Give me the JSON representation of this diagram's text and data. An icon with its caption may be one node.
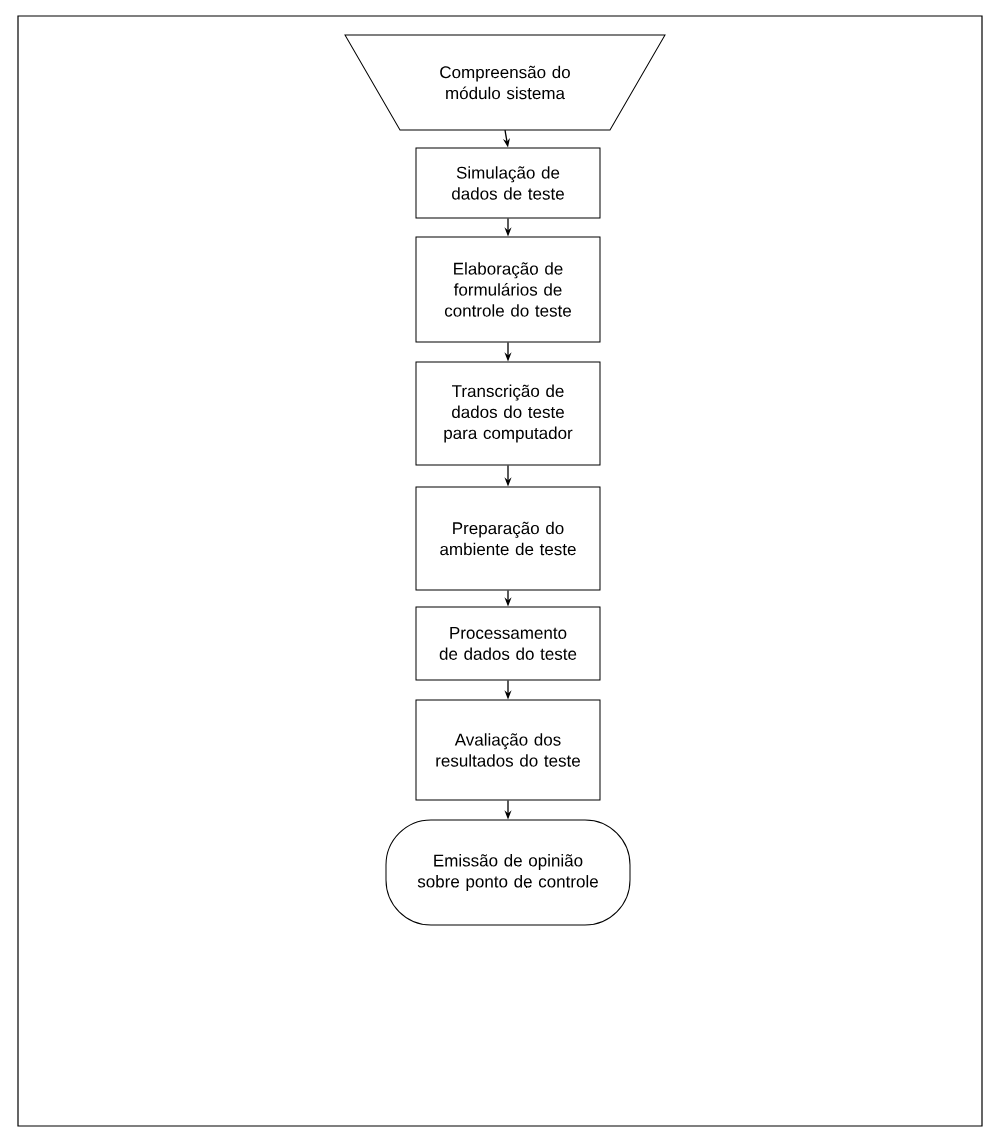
{
  "diagram": {
    "nodes": [
      {
        "text": [
          "Compreensão do módulo sistema"
        ]
      },
      {
        "text": [
          "Simulação de dados de teste"
        ]
      },
      {
        "text": [
          "Elaboração de formulários de controle do teste"
        ]
      },
      {
        "text": [
          "Transcrição de dados do teste para computador"
        ]
      },
      {
        "text": [
          "Preparação do ambiente de teste"
        ]
      },
      {
        "text": [
          "Processamento de dados do teste"
        ]
      },
      {
        "text": [
          "Avaliação dos resultados do teste"
        ]
      },
      {
        "text": [
          "Emissão de opinião sobre ponto de controle"
        ]
      }
    ],
    "edges": [
      {
        "from": 0,
        "to": 1,
        "arrow": "to"
      },
      {
        "from": 1,
        "to": 2,
        "arrow": "to"
      },
      {
        "from": 2,
        "to": 3,
        "arrow": "to"
      },
      {
        "from": 3,
        "to": 4,
        "arrow": "to"
      },
      {
        "from": 4,
        "to": 5,
        "arrow": "to"
      },
      {
        "from": 5,
        "to": 6,
        "arrow": "to"
      },
      {
        "from": 6,
        "to": 7,
        "arrow": "to"
      }
    ]
  }
}
